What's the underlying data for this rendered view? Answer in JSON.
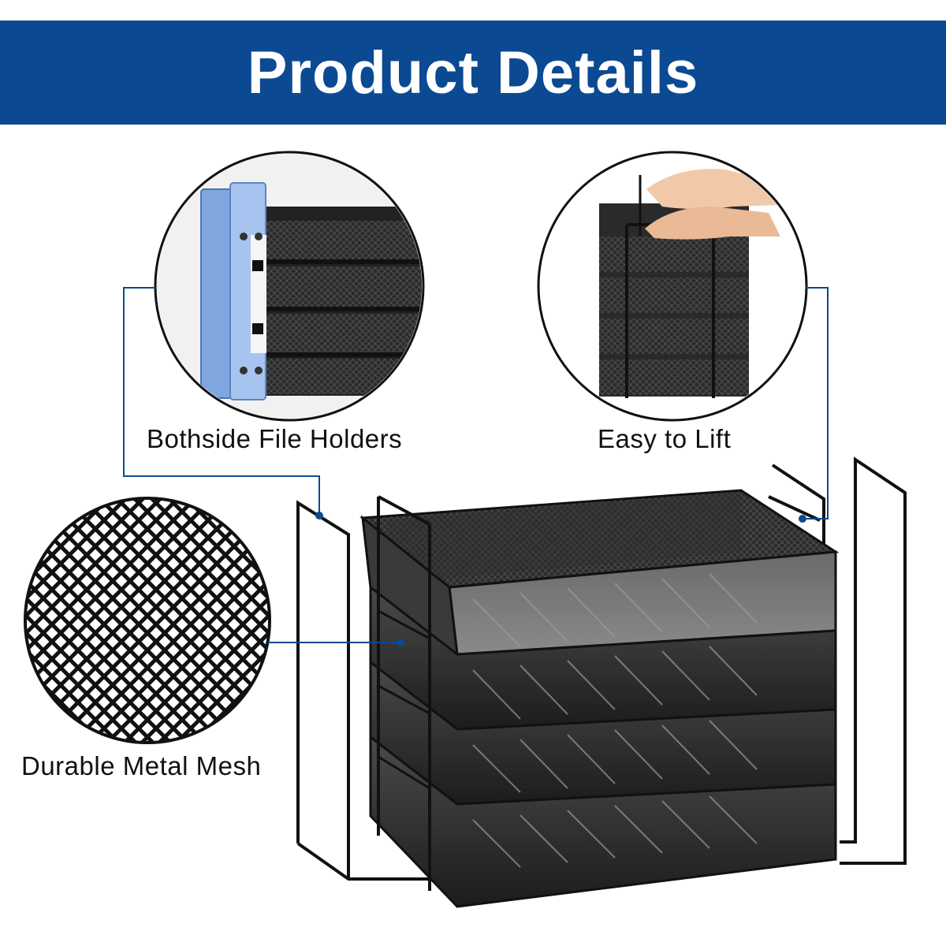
{
  "header": {
    "title": "Product Details",
    "background_color": "#0b4a93",
    "text_color": "#ffffff"
  },
  "callouts": {
    "file_holders": "Bothside File Holders",
    "easy_lift": "Easy to Lift",
    "metal_mesh": "Durable Metal Mesh"
  },
  "colors": {
    "connector_line": "#0b4a93",
    "product_metal": "#2a2a2a",
    "binder_blue": "#8fb3e8"
  }
}
